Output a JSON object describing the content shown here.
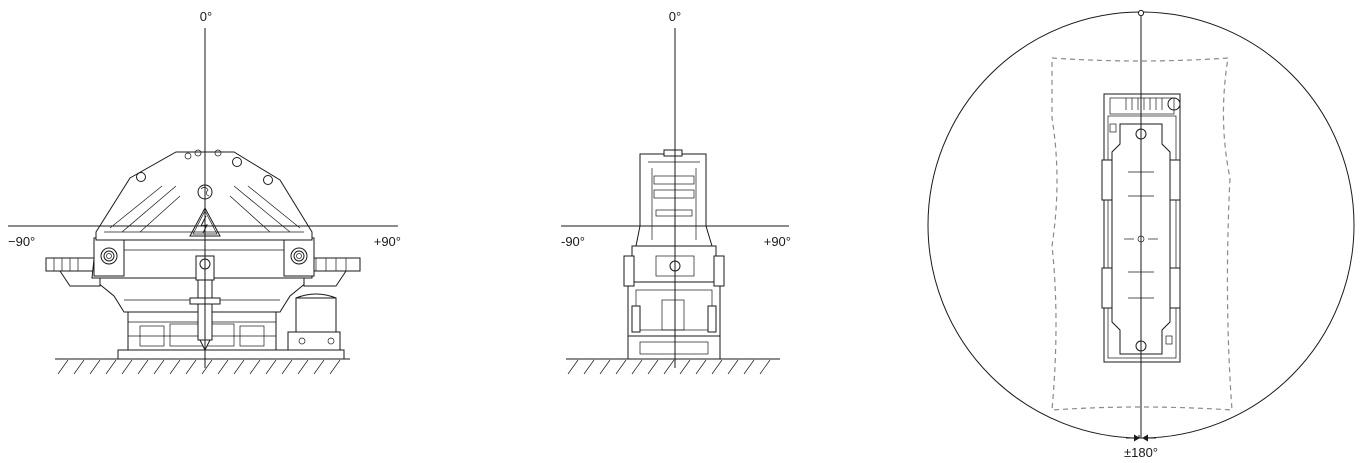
{
  "views": {
    "front": {
      "top_angle": "0°",
      "left_angle": "−90°",
      "right_angle": "+90°"
    },
    "side": {
      "top_angle": "0°",
      "left_angle": "-90°",
      "right_angle": "+90°"
    },
    "top": {
      "bottom_angle": "±180°"
    }
  },
  "colors": {
    "line": "#1a1a1a",
    "outline_dashed": "#8a8a8a",
    "background": "#ffffff"
  },
  "icons": [
    "warning-high-voltage-icon",
    "safety-symbol-icon"
  ]
}
